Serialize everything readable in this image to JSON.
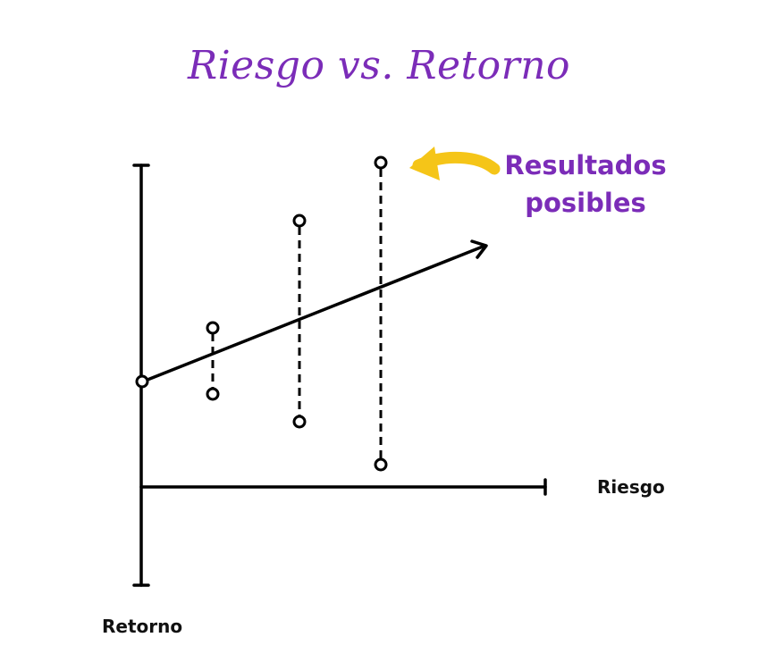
{
  "title": "Riesgo vs. Retorno",
  "callout": {
    "line1": "Resultados",
    "line2": "posibles"
  },
  "axes": {
    "x_label": "Riesgo",
    "y_label": "Retorno"
  },
  "colors": {
    "title": "#7b2cb8",
    "callout_text": "#7b2cb8",
    "callout_arrow": "#f5c518",
    "ink": "#000000"
  },
  "icons": {
    "callout_arrow": "curved-arrow-left-icon",
    "trend_arrow": "arrow-right-icon"
  }
}
